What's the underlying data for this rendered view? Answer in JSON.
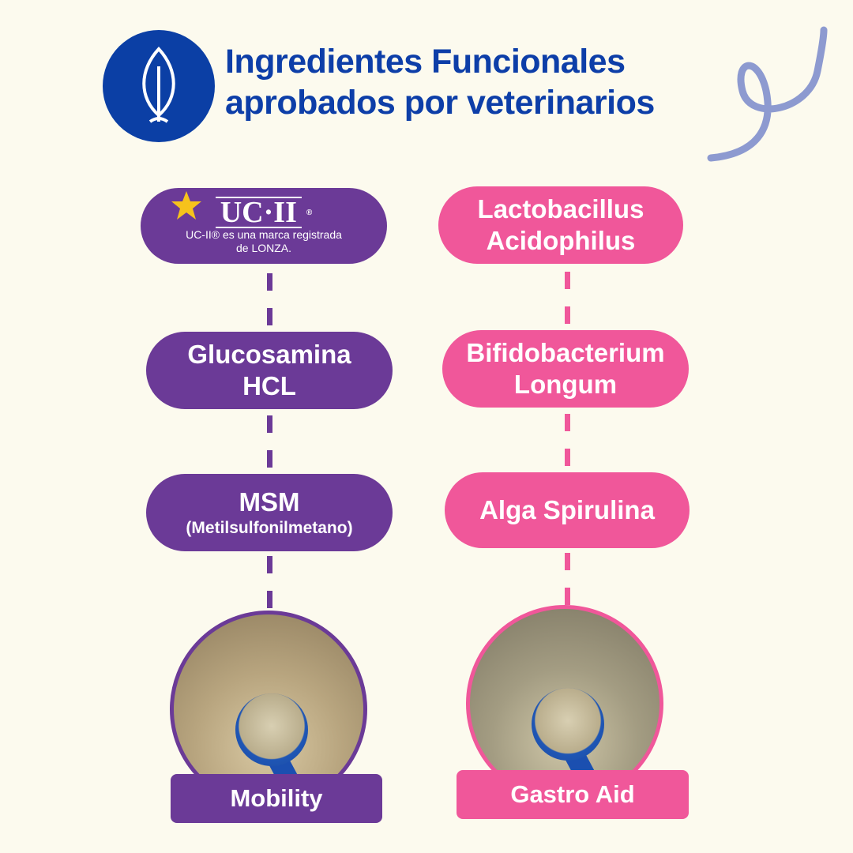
{
  "header": {
    "icon": "leaf-icon",
    "title_line1": "Ingredientes Funcionales",
    "title_line2": "aprobados por veterinarios",
    "decoration": "squiggle-line"
  },
  "left_column": {
    "color": "#6b3a97",
    "uc2": {
      "logo_text": "UC·II",
      "reg_mark": "®",
      "star_icon": "star-icon",
      "note_line1": "UC-II® es una marca registrada",
      "note_line2": "de LONZA."
    },
    "ingredient2_line1": "Glucosamina",
    "ingredient2_line2": "HCL",
    "ingredient3_line1": "MSM",
    "ingredient3_line2": "(Metilsulfonilmetano)",
    "product_label": "Mobility"
  },
  "right_column": {
    "color": "#f0579a",
    "ingredient1_line1": "Lactobacillus",
    "ingredient1_line2": "Acidophilus",
    "ingredient2_line1": "Bifidobacterium",
    "ingredient2_line2": "Longum",
    "ingredient3": "Alga Spirulina",
    "product_label": "Gastro Aid"
  }
}
